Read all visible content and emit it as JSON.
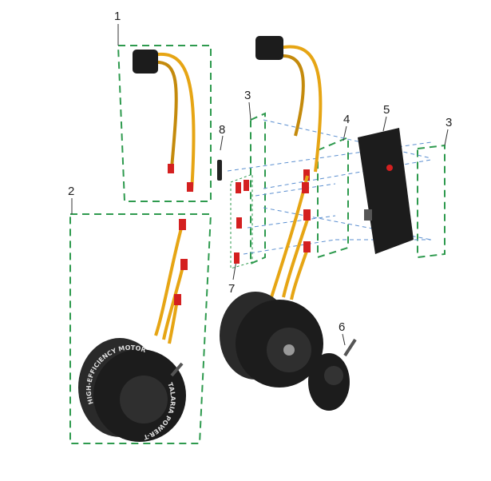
{
  "diagram": {
    "callouts": [
      "1",
      "2",
      "3",
      "3",
      "4",
      "5",
      "6",
      "7",
      "8"
    ],
    "motor_text": "HIGH-EFFICIENCY MOTOR",
    "brand_text": "TALARIA POWER-TECH",
    "colors": {
      "group_box": "#2e9a4e",
      "leader_line": "#5b8fd0",
      "cable": "#e6a514",
      "connector": "#d42020",
      "body": "#1c1c1c"
    }
  }
}
